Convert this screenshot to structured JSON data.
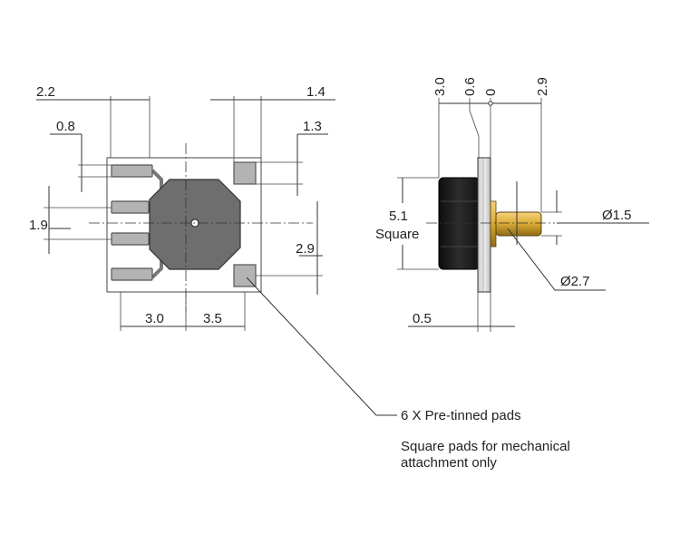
{
  "front_view": {
    "dim_top_left_outer": "2.2",
    "dim_top_right_outer": "1.4",
    "dim_pad_width": "0.8",
    "dim_square_pad": "1.3",
    "dim_pad_pitch": "1.9",
    "dim_right_offset": "2.9",
    "dim_bottom_left": "3.0",
    "dim_bottom_right": "3.5"
  },
  "side_view": {
    "dim_top_a": "3.0",
    "dim_top_b": "0.6",
    "dim_top_c": "0",
    "dim_top_d": "2.9",
    "dim_body_size": "5.1",
    "dim_body_label": "Square",
    "dim_pin_diameter": "Ø1.5",
    "dim_flange_diameter": "Ø2.7",
    "dim_flange_thickness": "0.5"
  },
  "notes": {
    "pads_callout": "6 X Pre-tinned pads",
    "pads_note_line1": "Square pads for mechanical",
    "pads_note_line2": "attachment only"
  },
  "colors": {
    "board": "#ffffff",
    "pad": "#b3b3b3",
    "body": "#6e6e6e",
    "dark_body": "#1c1c1c",
    "flange": "#d7d7d7",
    "pin": "#d9a935"
  }
}
